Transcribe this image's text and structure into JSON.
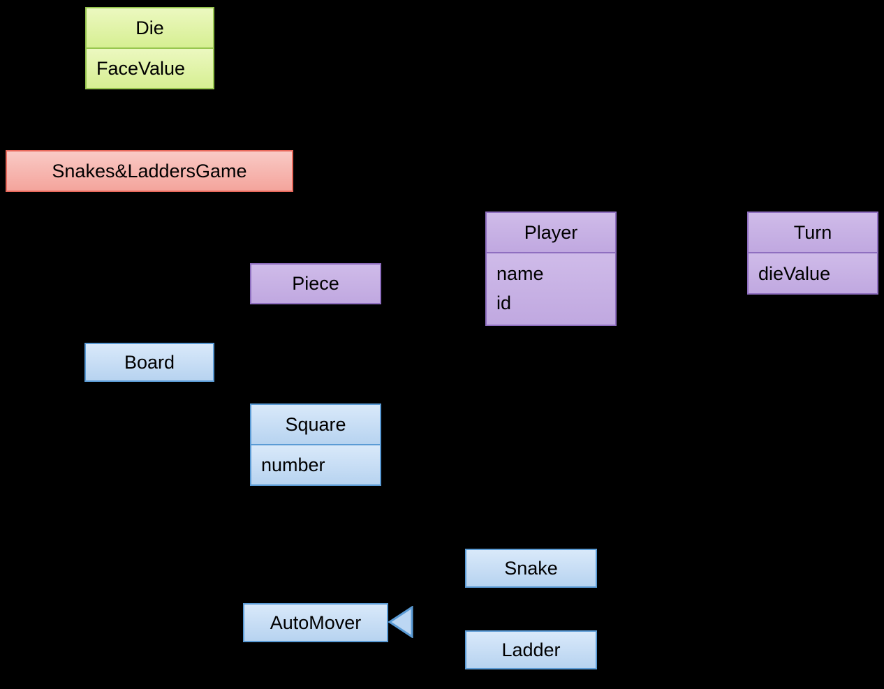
{
  "diagram": {
    "kind": "uml-class-diagram",
    "background_color": "#000000",
    "classes": {
      "die": {
        "name": "Die",
        "attributes": [
          "FaceValue"
        ],
        "fill": "#e2f3a9",
        "border": "#97c64f"
      },
      "game": {
        "name": "Snakes&LaddersGame",
        "attributes": [],
        "fill": "#f6b7b0",
        "border": "#e8695c"
      },
      "player": {
        "name": "Player",
        "attributes": [
          "name",
          "id"
        ],
        "fill": "#c7b1e4",
        "border": "#8f6fc0"
      },
      "turn": {
        "name": "Turn",
        "attributes": [
          "dieValue"
        ],
        "fill": "#c7b1e4",
        "border": "#8f6fc0"
      },
      "piece": {
        "name": "Piece",
        "attributes": [],
        "fill": "#c7b1e4",
        "border": "#8f6fc0"
      },
      "board": {
        "name": "Board",
        "attributes": [],
        "fill": "#c8def5",
        "border": "#5b9bd5"
      },
      "square": {
        "name": "Square",
        "attributes": [
          "number"
        ],
        "fill": "#c8def5",
        "border": "#5b9bd5"
      },
      "snake": {
        "name": "Snake",
        "attributes": [],
        "fill": "#c8def5",
        "border": "#5b9bd5"
      },
      "automover": {
        "name": "AutoMover",
        "attributes": [],
        "fill": "#c8def5",
        "border": "#5b9bd5"
      },
      "ladder": {
        "name": "Ladder",
        "attributes": [],
        "fill": "#c8def5",
        "border": "#5b9bd5"
      }
    },
    "icons": {
      "inheritance_arrow": "left-pointing-triangle"
    }
  }
}
